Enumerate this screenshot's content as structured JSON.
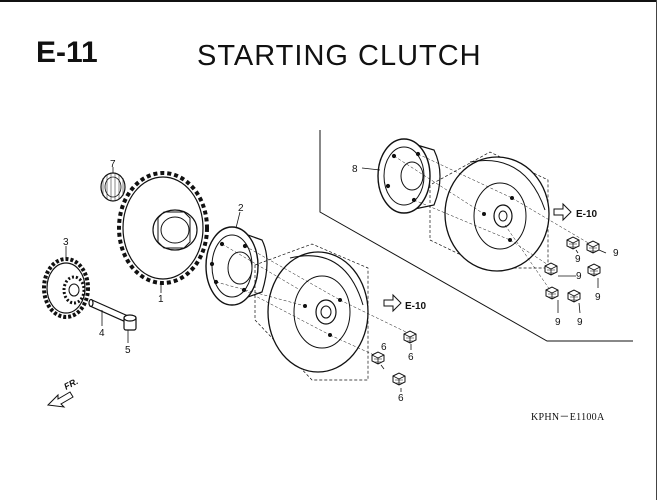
{
  "header": {
    "section_code": "E-11",
    "title": "STARTING CLUTCH"
  },
  "footer": {
    "drawing_code": "KPHN－E1100A"
  },
  "references": {
    "ref_upper": "E-10",
    "ref_lower": "E-10"
  },
  "orientation": {
    "label": "FR."
  },
  "callouts": {
    "c1": "1",
    "c2": "2",
    "c3": "3",
    "c4": "4",
    "c5": "5",
    "c6a": "6",
    "c6b": "6",
    "c6c": "6",
    "c7": "7",
    "c8": "8",
    "c9a": "9",
    "c9b": "9",
    "c9c": "9",
    "c9d": "9",
    "c9e": "9",
    "c9f": "9"
  },
  "icons": [
    "front-arrow-icon",
    "reference-arrow-icon"
  ]
}
